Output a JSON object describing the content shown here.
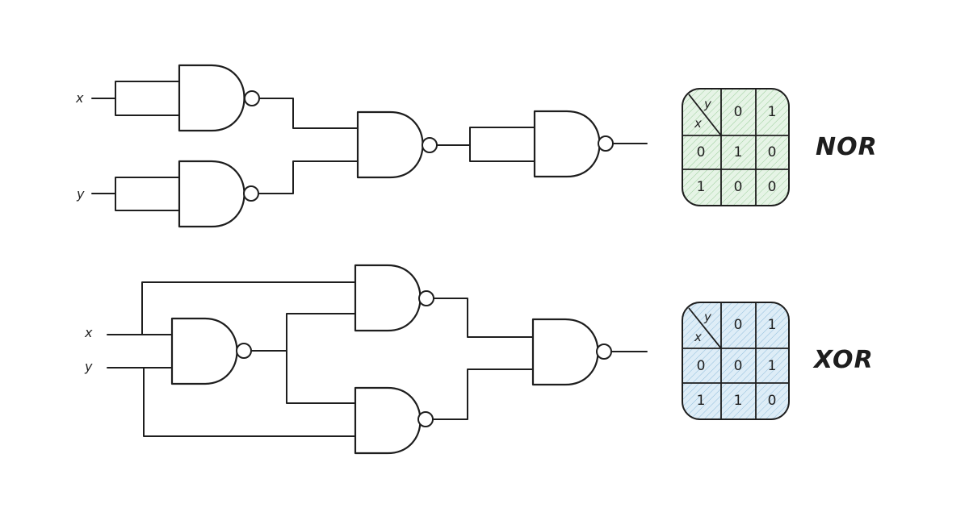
{
  "inputs": {
    "x": "x",
    "y": "y"
  },
  "colors": {
    "nor_fill": "#dcefdc",
    "xor_fill": "#d3e6f2",
    "stroke": "#1e1e1e"
  },
  "tables": [
    {
      "id": "nor",
      "title": "NOR",
      "col_header": "y",
      "row_header": "x",
      "cols": [
        "0",
        "1"
      ],
      "rows": [
        "0",
        "1"
      ],
      "cells": [
        [
          "1",
          "0"
        ],
        [
          "0",
          "0"
        ]
      ]
    },
    {
      "id": "xor",
      "title": "XOR",
      "col_header": "y",
      "row_header": "x",
      "cols": [
        "0",
        "1"
      ],
      "rows": [
        "0",
        "1"
      ],
      "cells": [
        [
          "0",
          "1"
        ],
        [
          "1",
          "0"
        ]
      ]
    }
  ]
}
